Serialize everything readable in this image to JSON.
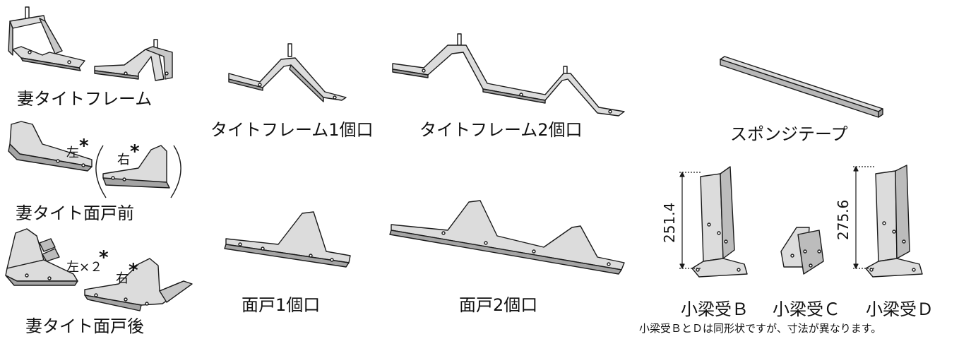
{
  "parts": {
    "tsuma_tight_frame": "妻タイトフレーム",
    "tight_frame_1": "タイトフレーム1個口",
    "tight_frame_2": "タイトフレーム2個口",
    "sponge_tape": "スポンジテープ",
    "tsuma_menodo_front": "妻タイト面戸前",
    "tsuma_menodo_rear": "妻タイト面戸後",
    "menodo_1": "面戸1個口",
    "menodo_2": "面戸2個口",
    "koharibu_b": "小梁受Ｂ",
    "koharibu_c": "小梁受Ｃ",
    "koharibu_d": "小梁受Ｄ"
  },
  "markers": {
    "left": "左",
    "right": "右",
    "left_x2": "左×２",
    "asterisk": "*"
  },
  "dimensions": {
    "b_height": "251.4",
    "d_height": "275.6"
  },
  "note": "小梁受ＢとＤは同形状ですが、寸法が異なります。",
  "colors": {
    "metal_fill": "#d9d9d9",
    "metal_dark": "#a8a8a8",
    "outline": "#1a1a1a"
  }
}
